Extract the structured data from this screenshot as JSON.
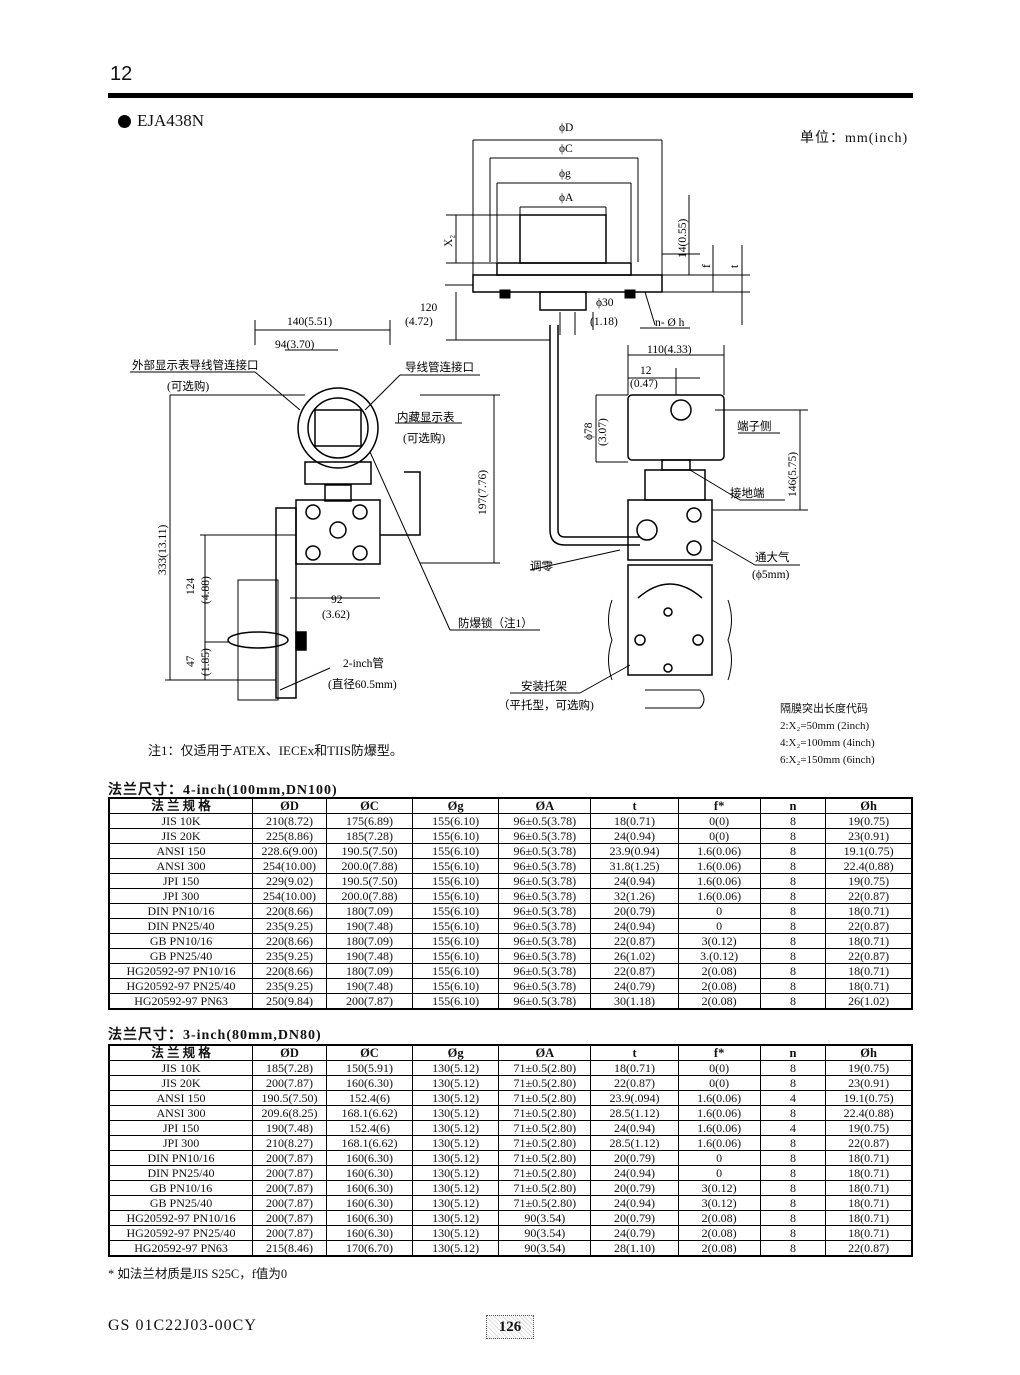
{
  "header": {
    "page_number": "12",
    "model": "EJA438N"
  },
  "drawing": {
    "unit_label": "单位：mm(inch)",
    "dims": {
      "phiD": "ϕD",
      "phiC": "ϕC",
      "phig": "ϕg",
      "phiA": "ϕA",
      "x2": "X₂",
      "d14": "14(0.55)",
      "f": "f",
      "t": "t",
      "d120": "120",
      "d120in": "(4.72)",
      "phi30": "ϕ30",
      "phi30in": "(1.18)",
      "nh": "n- Ø h",
      "d140": "140(5.51)",
      "d94": "94(3.70)",
      "d110": "110(4.33)",
      "d12": "12",
      "d12in": "(0.47)",
      "phi78": "ϕ78",
      "phi78in": "(3.07)",
      "d197": "197(7.76)",
      "d146": "146(5.75)",
      "d333": "333(13.11)",
      "d124": "124",
      "d124in": "(4.88)",
      "d47": "47",
      "d47in": "(1.85)",
      "d92": "92",
      "d92in": "(3.62)",
      "vent": "(ϕ5mm)"
    },
    "labels": {
      "ext_conduit": "外部显示表导线管连接口",
      "optional1": "(可选购)",
      "conduit": "导线管连接口",
      "indicator": "内藏显示表",
      "optional2": "(可选购)",
      "terminal_side": "端子侧",
      "ground": "接地端",
      "vent": "通大气",
      "zero": "调零",
      "lock": "防爆锁（注1）",
      "pipe": "2-inch管",
      "pipe_dia": "(直径60.5mm)",
      "bracket": "安装托架",
      "bracket_type": "（平托型，可选购)"
    }
  },
  "note1": "注1：仅适用于ATEX、IECEx和TIIS防爆型。",
  "diaphragm_codes": {
    "title": "隔膜突出长度代码",
    "rows": [
      "2:X₂=50mm    (2inch)",
      "4:X₂=100mm   (4inch)",
      "6:X₂=150mm   (6inch)"
    ]
  },
  "table4": {
    "title": "法兰尺寸：4-inch(100mm,DN100)",
    "headers": [
      "法 兰 规 格",
      "ØD",
      "ØC",
      "Øg",
      "ØA",
      "t",
      "f*",
      "n",
      "Øh"
    ],
    "rows": [
      [
        "JIS 10K",
        "210(8.72)",
        "175(6.89)",
        "155(6.10)",
        "96±0.5(3.78)",
        "18(0.71)",
        "0(0)",
        "8",
        "19(0.75)"
      ],
      [
        "JIS 20K",
        "225(8.86)",
        "185(7.28)",
        "155(6.10)",
        "96±0.5(3.78)",
        "24(0.94)",
        "0(0)",
        "8",
        "23(0.91)"
      ],
      [
        "ANSI 150",
        "228.6(9.00)",
        "190.5(7.50)",
        "155(6.10)",
        "96±0.5(3.78)",
        "23.9(0.94)",
        "1.6(0.06)",
        "8",
        "19.1(0.75)"
      ],
      [
        "ANSI 300",
        "254(10.00)",
        "200.0(7.88)",
        "155(6.10)",
        "96±0.5(3.78)",
        "31.8(1.25)",
        "1.6(0.06)",
        "8",
        "22.4(0.88)"
      ],
      [
        "JPI 150",
        "229(9.02)",
        "190.5(7.50)",
        "155(6.10)",
        "96±0.5(3.78)",
        "24(0.94)",
        "1.6(0.06)",
        "8",
        "19(0.75)"
      ],
      [
        "JPI 300",
        "254(10.00)",
        "200.0(7.88)",
        "155(6.10)",
        "96±0.5(3.78)",
        "32(1.26)",
        "1.6(0.06)",
        "8",
        "22(0.87)"
      ],
      [
        "DIN PN10/16",
        "220(8.66)",
        "180(7.09)",
        "155(6.10)",
        "96±0.5(3.78)",
        "20(0.79)",
        "0",
        "8",
        "18(0.71)"
      ],
      [
        "DIN PN25/40",
        "235(9.25)",
        "190(7.48)",
        "155(6.10)",
        "96±0.5(3.78)",
        "24(0.94)",
        "0",
        "8",
        "22(0.87)"
      ],
      [
        "GB PN10/16",
        "220(8.66)",
        "180(7.09)",
        "155(6.10)",
        "96±0.5(3.78)",
        "22(0.87)",
        "3(0.12)",
        "8",
        "18(0.71)"
      ],
      [
        "GB PN25/40",
        "235(9.25)",
        "190(7.48)",
        "155(6.10)",
        "96±0.5(3.78)",
        "26(1.02)",
        "3.(0.12)",
        "8",
        "22(0.87)"
      ],
      [
        "HG20592-97 PN10/16",
        "220(8.66)",
        "180(7.09)",
        "155(6.10)",
        "96±0.5(3.78)",
        "22(0.87)",
        "2(0.08)",
        "8",
        "18(0.71)"
      ],
      [
        "HG20592-97 PN25/40",
        "235(9.25)",
        "190(7.48)",
        "155(6.10)",
        "96±0.5(3.78)",
        "24(0.79)",
        "2(0.08)",
        "8",
        "18(0.71)"
      ],
      [
        "HG20592-97 PN63",
        "250(9.84)",
        "200(7.87)",
        "155(6.10)",
        "96±0.5(3.78)",
        "30(1.18)",
        "2(0.08)",
        "8",
        "26(1.02)"
      ]
    ]
  },
  "table3": {
    "title": "法兰尺寸：3-inch(80mm,DN80)",
    "headers": [
      "法 兰 规 格",
      "ØD",
      "ØC",
      "Øg",
      "ØA",
      "t",
      "f*",
      "n",
      "Øh"
    ],
    "rows": [
      [
        "JIS 10K",
        "185(7.28)",
        "150(5.91)",
        "130(5.12)",
        "71±0.5(2.80)",
        "18(0.71)",
        "0(0)",
        "8",
        "19(0.75)"
      ],
      [
        "JIS 20K",
        "200(7.87)",
        "160(6.30)",
        "130(5.12)",
        "71±0.5(2.80)",
        "22(0.87)",
        "0(0)",
        "8",
        "23(0.91)"
      ],
      [
        "ANSI 150",
        "190.5(7.50)",
        "152.4(6)",
        "130(5.12)",
        "71±0.5(2.80)",
        "23.9(.094)",
        "1.6(0.06)",
        "4",
        "19.1(0.75)"
      ],
      [
        "ANSI 300",
        "209.6(8.25)",
        "168.1(6.62)",
        "130(5.12)",
        "71±0.5(2.80)",
        "28.5(1.12)",
        "1.6(0.06)",
        "8",
        "22.4(0.88)"
      ],
      [
        "JPI 150",
        "190(7.48)",
        "152.4(6)",
        "130(5.12)",
        "71±0.5(2.80)",
        "24(0.94)",
        "1.6(0.06)",
        "4",
        "19(0.75)"
      ],
      [
        "JPI 300",
        "210(8.27)",
        "168.1(6.62)",
        "130(5.12)",
        "71±0.5(2.80)",
        "28.5(1.12)",
        "1.6(0.06)",
        "8",
        "22(0.87)"
      ],
      [
        "DIN PN10/16",
        "200(7.87)",
        "160(6.30)",
        "130(5.12)",
        "71±0.5(2.80)",
        "20(0.79)",
        "0",
        "8",
        "18(0.71)"
      ],
      [
        "DIN PN25/40",
        "200(7.87)",
        "160(6.30)",
        "130(5.12)",
        "71±0.5(2.80)",
        "24(0.94)",
        "0",
        "8",
        "18(0.71)"
      ],
      [
        "GB PN10/16",
        "200(7.87)",
        "160(6.30)",
        "130(5.12)",
        "71±0.5(2.80)",
        "20(0.79)",
        "3(0.12)",
        "8",
        "18(0.71)"
      ],
      [
        "GB PN25/40",
        "200(7.87)",
        "160(6.30)",
        "130(5.12)",
        "71±0.5(2.80)",
        "24(0.94)",
        "3(0.12)",
        "8",
        "18(0.71)"
      ],
      [
        "HG20592-97 PN10/16",
        "200(7.87)",
        "160(6.30)",
        "130(5.12)",
        "90(3.54)",
        "20(0.79)",
        "2(0.08)",
        "8",
        "18(0.71)"
      ],
      [
        "HG20592-97 PN25/40",
        "200(7.87)",
        "160(6.30)",
        "130(5.12)",
        "90(3.54)",
        "24(0.79)",
        "2(0.08)",
        "8",
        "18(0.71)"
      ],
      [
        "HG20592-97 PN63",
        "215(8.46)",
        "170(6.70)",
        "130(5.12)",
        "90(3.54)",
        "28(1.10)",
        "2(0.08)",
        "8",
        "22(0.87)"
      ]
    ]
  },
  "footnote": "*  如法兰材质是JIS S25C，f值为0",
  "footer": {
    "doc_number": "GS 01C22J03-00CY",
    "page": "126"
  }
}
